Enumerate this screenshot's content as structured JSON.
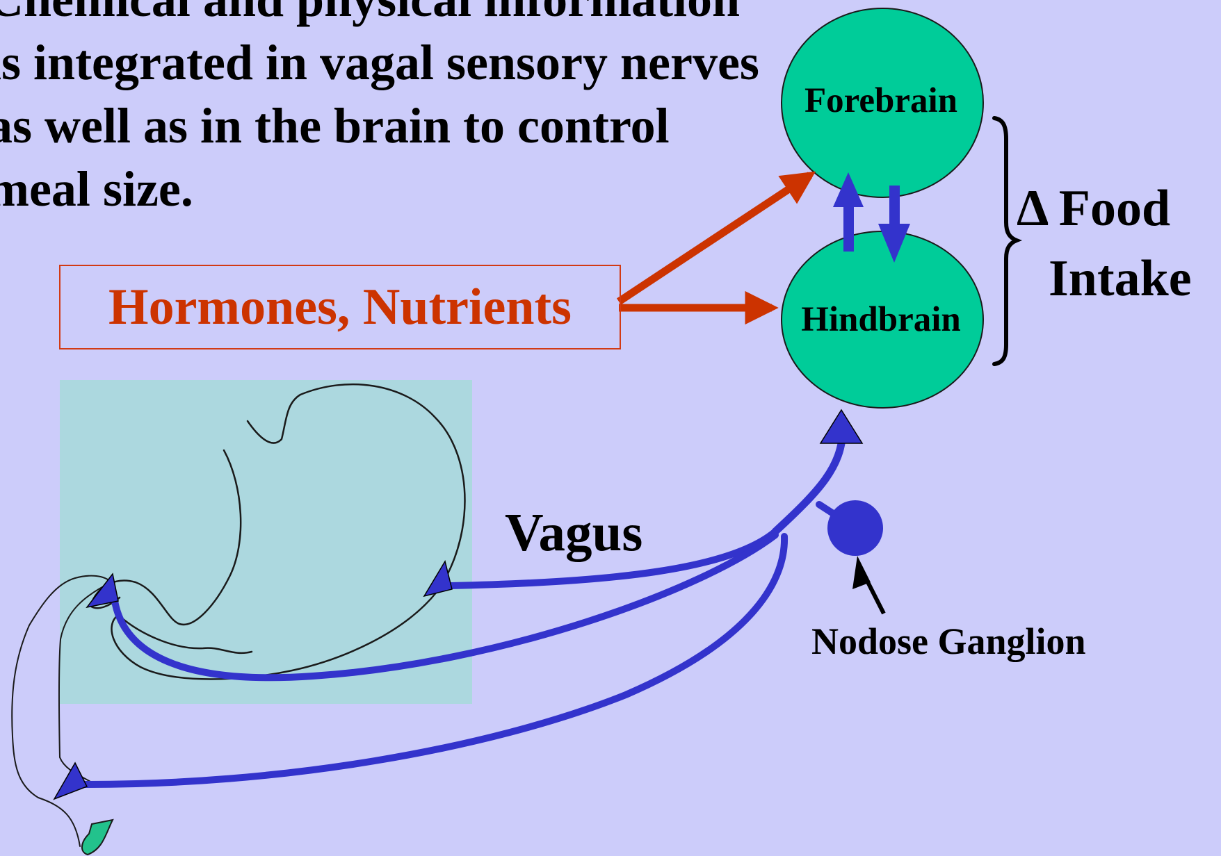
{
  "slide": {
    "headline": "Chemical and physical information is integrated in vagal sensory nerves as well as in the brain to control meal size."
  },
  "labels": {
    "hormones": "Hormones, Nutrients",
    "forebrain": "Forebrain",
    "hindbrain": "Hindbrain",
    "food": "Δ Food",
    "intake": "Intake",
    "vagus": "Vagus",
    "nodose": "Nodose Ganglion"
  },
  "colors": {
    "background": "#ccccfa",
    "brain_region": "#00cc99",
    "stomach_panel": "#acd8df",
    "hormone_arrow": "#cc3300",
    "vagal_nerve": "#3333cc",
    "text": "#000000"
  }
}
